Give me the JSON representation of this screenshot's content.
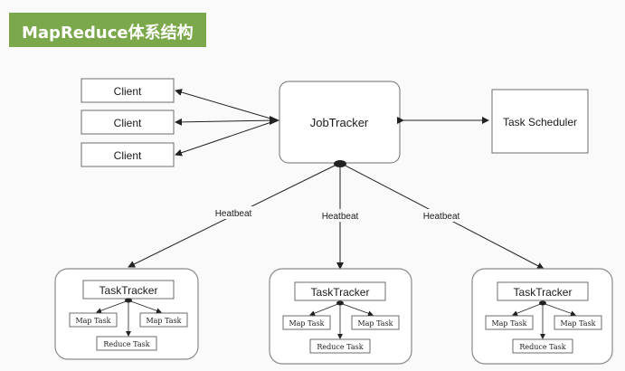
{
  "title": "MapReduce体系结构",
  "clients": [
    "Client",
    "Client",
    "Client"
  ],
  "job_tracker": "JobTracker",
  "task_scheduler": "Task Scheduler",
  "heartbeat": [
    "Heatbeat",
    "Heatbeat",
    "Heatbeat"
  ],
  "task_trackers": [
    {
      "label": "TaskTracker",
      "map_tasks": [
        "Map Task",
        "Map Task"
      ],
      "reduce_task": "Reduce Task"
    },
    {
      "label": "TaskTracker",
      "map_tasks": [
        "Map Task",
        "Map Task"
      ],
      "reduce_task": "Reduce Task"
    },
    {
      "label": "TaskTracker",
      "map_tasks": [
        "Map Task",
        "Map Task"
      ],
      "reduce_task": "Reduce Task"
    }
  ],
  "colors": {
    "banner": "#7aa84a",
    "line": "#222222"
  }
}
